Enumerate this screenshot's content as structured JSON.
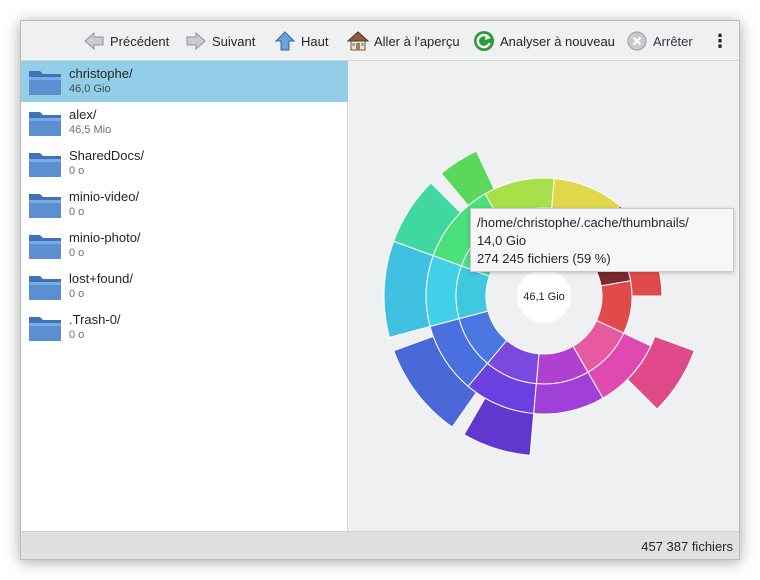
{
  "toolbar": {
    "back": {
      "label": "Précédent",
      "icon": "arrow-left-icon"
    },
    "forward": {
      "label": "Suivant",
      "icon": "arrow-right-icon"
    },
    "up": {
      "label": "Haut",
      "icon": "arrow-up-icon"
    },
    "overview": {
      "label": "Aller à l'aperçu",
      "icon": "home-icon"
    },
    "rescan": {
      "label": "Analyser à nouveau",
      "icon": "refresh-icon"
    },
    "stop": {
      "label": "Arrêter",
      "icon": "stop-icon"
    },
    "menu": {
      "label": "⋮",
      "icon": "kebab-menu-icon"
    }
  },
  "sidebar": {
    "items": [
      {
        "name": "christophe/",
        "size": "46,0 Gio",
        "selected": true
      },
      {
        "name": "alex/",
        "size": "46,5 Mio"
      },
      {
        "name": "SharedDocs/",
        "size": "0 o"
      },
      {
        "name": "minio-video/",
        "size": "0 o"
      },
      {
        "name": "minio-photo/",
        "size": "0 o"
      },
      {
        "name": "lost+found/",
        "size": "0 o"
      },
      {
        "name": ".Trash-0/",
        "size": "0 o"
      }
    ]
  },
  "chart": {
    "center_label": "46,1 Gio"
  },
  "tooltip": {
    "path": "/home/christophe/.cache/thumbnails/",
    "size": "14,0 Gio",
    "files": "274 245 fichiers (59 %)"
  },
  "status": {
    "file_count": "457 387 fichiers"
  },
  "colors": {
    "selection": "#93cee9",
    "folder": "#5b8fd1"
  }
}
